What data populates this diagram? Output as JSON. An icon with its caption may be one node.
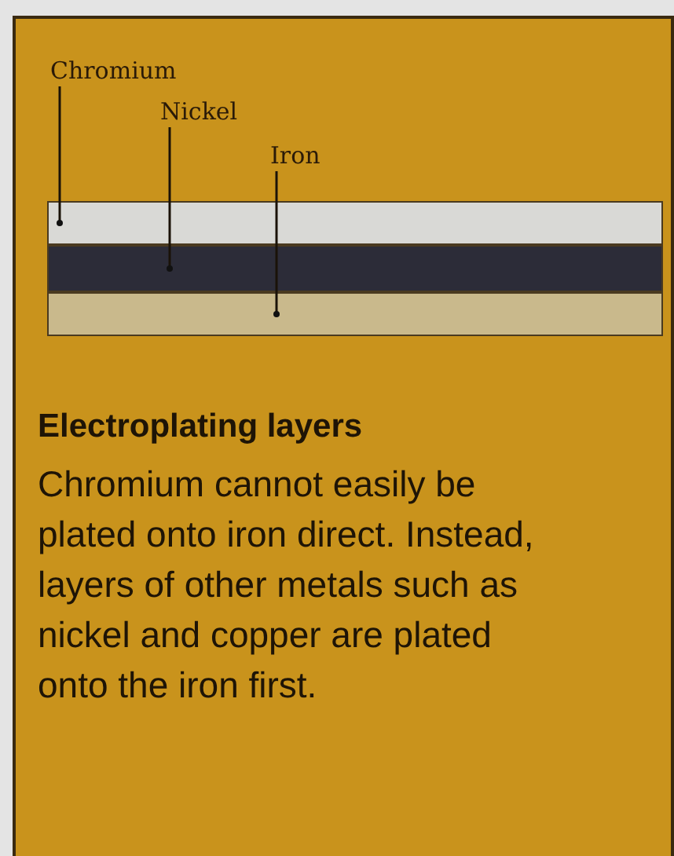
{
  "diagram": {
    "title": "Electroplating layers",
    "nodes": [
      {
        "text": [
          "Chromium"
        ]
      },
      {
        "text": [
          "Nickel"
        ]
      },
      {
        "text": [
          "Iron"
        ]
      },
      {
        "text": [],
        "shape": "bar"
      },
      {
        "text": [],
        "shape": "bar"
      },
      {
        "text": [],
        "shape": "bar"
      }
    ],
    "edges": [
      {
        "from": 0,
        "to": 3,
        "arrow": "other"
      },
      {
        "from": 1,
        "to": 4,
        "arrow": "other"
      },
      {
        "from": 2,
        "to": 5,
        "arrow": "other"
      }
    ],
    "labels": [
      "Chromium cannot easily be plated onto iron direct. Instead, layers of other metals such as nickel and copper are plated onto the iron first."
    ]
  }
}
